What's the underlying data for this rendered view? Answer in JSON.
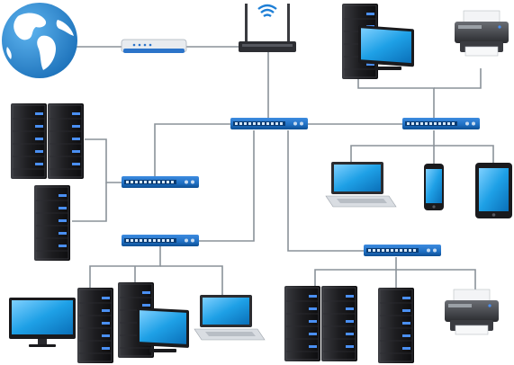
{
  "diagram": {
    "kind": "network-topology",
    "colors": {
      "cable": "#8a9299",
      "switch_body": "#1f6fc2",
      "switch_dark": "#0d4f94",
      "tower_body": "#1c1c1f",
      "tower_light": "#4a8ff2",
      "screen": "#1ea0e6",
      "globe_ocean": "#2a8fd8",
      "globe_land": "#ffffff",
      "modem": "#e8ebef",
      "modem_accent": "#2c74c9"
    },
    "devices": [
      {
        "id": "internet",
        "type": "globe-icon"
      },
      {
        "id": "modem",
        "type": "modem-icon"
      },
      {
        "id": "wifi-router",
        "type": "router-icon"
      },
      {
        "id": "core-switch",
        "type": "network-switch-icon"
      },
      {
        "id": "switch-top-right",
        "type": "network-switch-icon"
      },
      {
        "id": "switch-left",
        "type": "network-switch-icon"
      },
      {
        "id": "switch-bottom-left",
        "type": "network-switch-icon"
      },
      {
        "id": "switch-bottom-right",
        "type": "network-switch-icon"
      },
      {
        "id": "server-tower-a",
        "type": "server-tower-icon"
      },
      {
        "id": "server-tower-b",
        "type": "server-tower-icon"
      },
      {
        "id": "server-tower-c",
        "type": "server-tower-icon"
      },
      {
        "id": "workstation-top-right",
        "type": "desktop-computer-icon"
      },
      {
        "id": "printer-top-right",
        "type": "printer-icon"
      },
      {
        "id": "laptop-right",
        "type": "laptop-icon"
      },
      {
        "id": "phone-right",
        "type": "smartphone-icon"
      },
      {
        "id": "tablet-right",
        "type": "tablet-icon"
      },
      {
        "id": "monitor-bottom-left",
        "type": "monitor-icon"
      },
      {
        "id": "tower-bottom-left-1",
        "type": "server-tower-icon"
      },
      {
        "id": "tower-bottom-left-2",
        "type": "server-tower-icon"
      },
      {
        "id": "monitor-bottom-mid",
        "type": "monitor-icon"
      },
      {
        "id": "laptop-bottom",
        "type": "laptop-icon"
      },
      {
        "id": "server-bottom-right-1",
        "type": "server-tower-icon"
      },
      {
        "id": "server-bottom-right-2",
        "type": "server-tower-icon"
      },
      {
        "id": "server-bottom-right-3",
        "type": "server-tower-icon"
      },
      {
        "id": "printer-bottom-right",
        "type": "printer-icon"
      }
    ]
  }
}
